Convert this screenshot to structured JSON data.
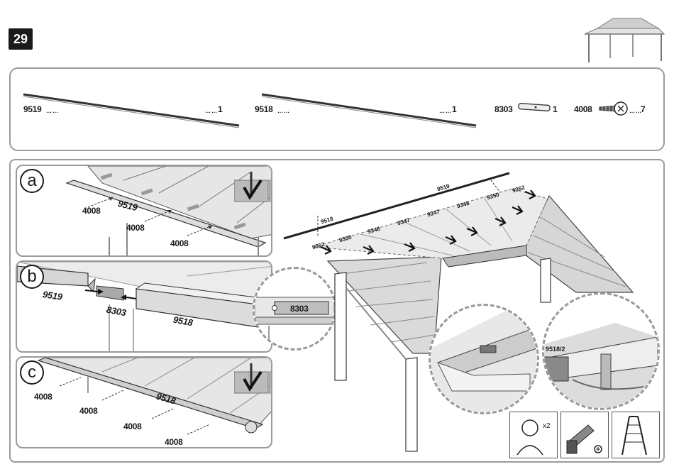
{
  "step_number": "29",
  "parts": [
    {
      "code": "9519",
      "qty": "1"
    },
    {
      "code": "9518",
      "qty": "1"
    },
    {
      "code": "8303",
      "qty": "1"
    },
    {
      "code": "4008",
      "qty": "7"
    }
  ],
  "panel_a": {
    "letter": "a",
    "screw1": "4008",
    "screw2": "4008",
    "screw3": "4008",
    "rail": "9519"
  },
  "panel_b": {
    "letter": "b",
    "rail_left": "9519",
    "connector": "8303",
    "rail_right": "9518",
    "zoom_label": "8303"
  },
  "panel_c": {
    "letter": "c",
    "screw1": "4008",
    "screw2": "4008",
    "screw3": "4008",
    "screw4": "4008",
    "rail": "9518"
  },
  "main": {
    "top_left": "9518",
    "top_right": "9519",
    "panels": [
      "9352",
      "9350",
      "9348",
      "9347",
      "9347",
      "9348",
      "9350",
      "9352"
    ],
    "zoom_label": "9518/2"
  },
  "tools": {
    "persons": "x2"
  }
}
